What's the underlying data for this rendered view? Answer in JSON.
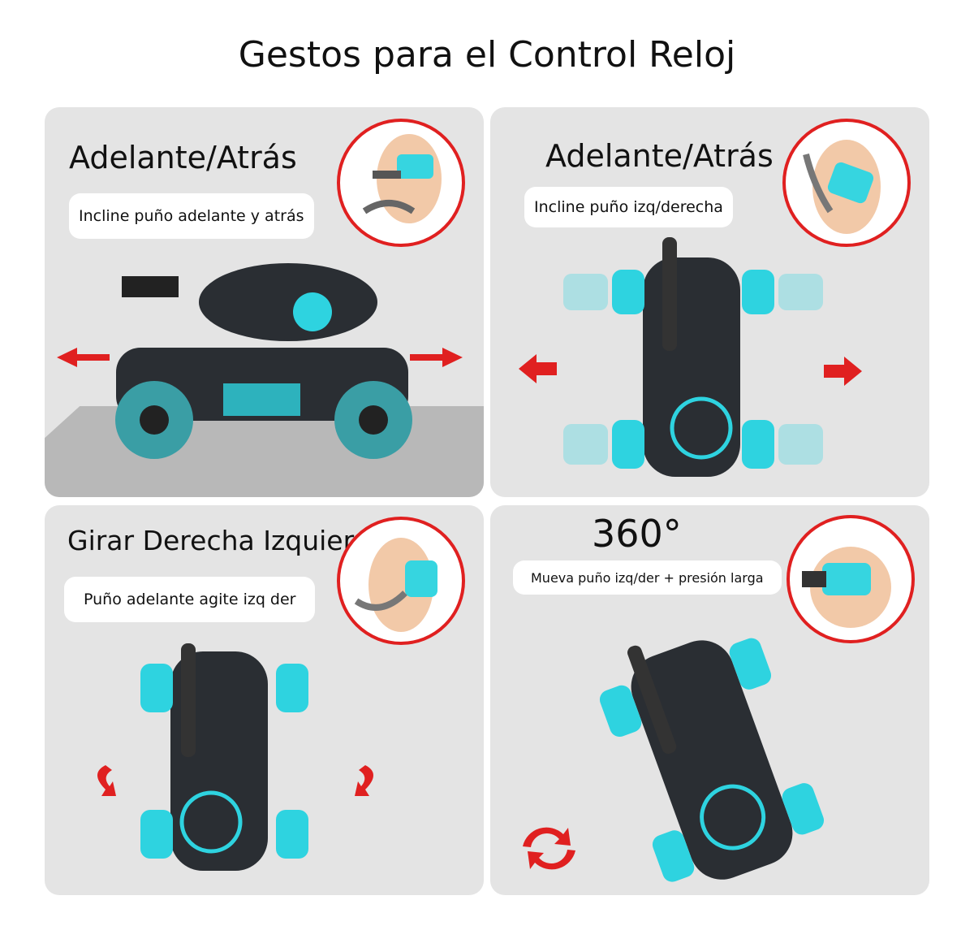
{
  "title": "Gestos para el Control Reloj",
  "colors": {
    "accent_red": "#e02020",
    "cyan": "#2ed3e0",
    "car_body": "#2a2e33",
    "panel_bg": "#e4e4e4"
  },
  "panels": [
    {
      "heading": "Adelante/Atrás",
      "instruction": "Incline puño adelante y atrás",
      "arrows": "left-right"
    },
    {
      "heading": "Adelante/Atrás",
      "instruction": "Incline puño izq/derecha",
      "arrows": "left-right"
    },
    {
      "heading": "Girar Derecha Izquiera",
      "instruction": "Puño adelante agite izq der",
      "arrows": "rotate"
    },
    {
      "heading": "360°",
      "instruction": "Mueva puño izq/der + presión larga",
      "arrows": "rotate-360"
    }
  ]
}
